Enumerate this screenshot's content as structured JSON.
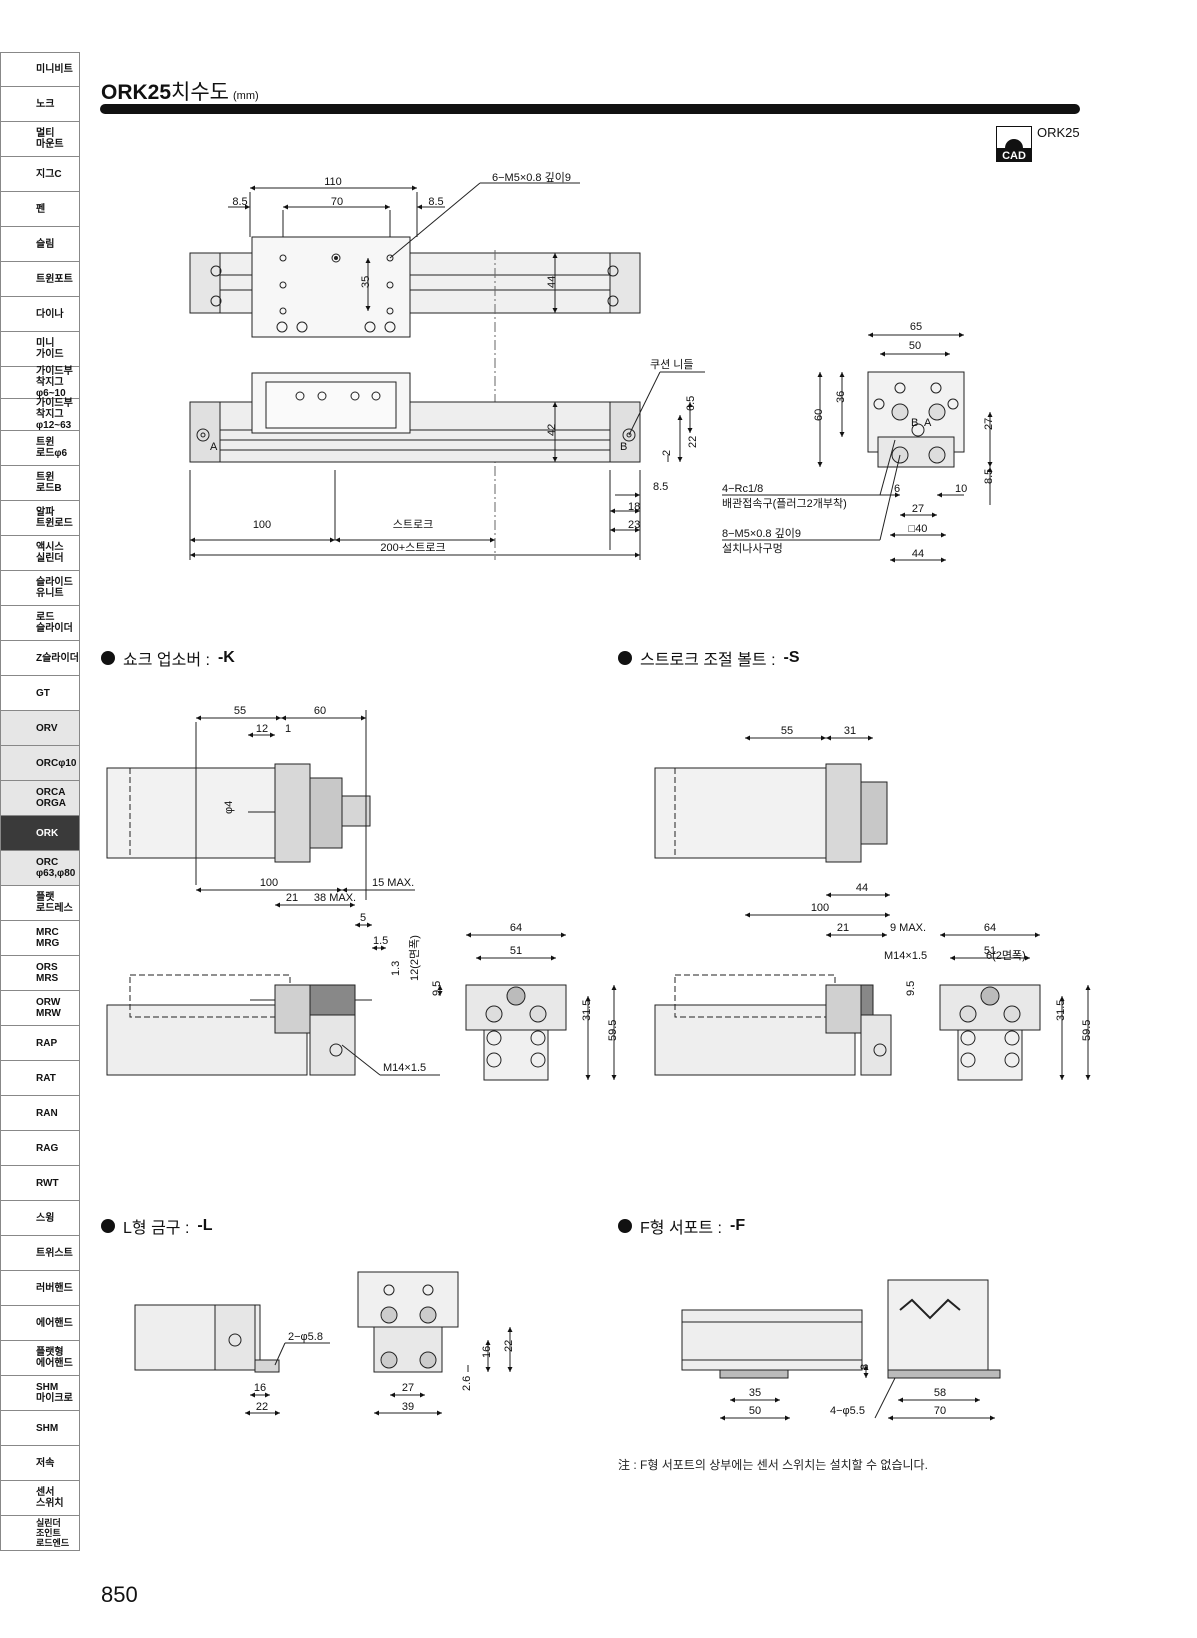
{
  "sidebar": {
    "items": [
      {
        "label": "미니비트"
      },
      {
        "label": "노크"
      },
      {
        "label": "멀티\n마운트"
      },
      {
        "label": "지그C"
      },
      {
        "label": "펜"
      },
      {
        "label": "슬림"
      },
      {
        "label": "트윈포트"
      },
      {
        "label": "다이나"
      },
      {
        "label": "미니\n가이드"
      },
      {
        "label": "가이드부착지그\nφ6~10"
      },
      {
        "label": "가이드부착지그\nφ12~63"
      },
      {
        "label": "트윈\n로드φ6"
      },
      {
        "label": "트윈\n로드B"
      },
      {
        "label": "알파\n트윈로드"
      },
      {
        "label": "액시스\n실린더"
      },
      {
        "label": "슬라이드\n유니트"
      },
      {
        "label": "로드\n슬라이더"
      },
      {
        "label": "Z슬라이더"
      },
      {
        "label": "GT"
      },
      {
        "label": "ORV"
      },
      {
        "label": "ORCφ10"
      },
      {
        "label": "ORCA\nORGA"
      },
      {
        "label": "ORK"
      },
      {
        "label": "ORC\nφ63,φ80"
      },
      {
        "label": "플랫\n로드레스"
      },
      {
        "label": "MRC\nMRG"
      },
      {
        "label": "ORS\nMRS"
      },
      {
        "label": "ORW\nMRW"
      },
      {
        "label": "RAP"
      },
      {
        "label": "RAT"
      },
      {
        "label": "RAN"
      },
      {
        "label": "RAG"
      },
      {
        "label": "RWT"
      },
      {
        "label": "스윙"
      },
      {
        "label": "트위스트"
      },
      {
        "label": "러버핸드"
      },
      {
        "label": "에어핸드"
      },
      {
        "label": "플랫형\n에어핸드"
      },
      {
        "label": "SHM\n마이크로"
      },
      {
        "label": "SHM"
      },
      {
        "label": "저속"
      },
      {
        "label": "센서\n스위치"
      },
      {
        "label": "실린더\n조인트\n로드엔드"
      }
    ],
    "active_label": "ORK"
  },
  "header": {
    "model": "ORK25",
    "title_suffix": "치수도",
    "unit": "(mm)",
    "cad_badge": "CAD",
    "cad_model": "ORK25"
  },
  "main_drawing": {
    "labels": {
      "d110": "110",
      "d8_5a": "8.5",
      "d70": "70",
      "d8_5b": "8.5",
      "tap": "6−M5×0.8 깊이9",
      "d35": "35",
      "d44": "44",
      "cushion": "쿠션 니들",
      "d42": "42",
      "portA": "A",
      "portB": "B",
      "d6_5": "6.5",
      "d22": "22",
      "d2": "2",
      "d8_5c": "8.5",
      "d18": "18",
      "d23": "23",
      "d100": "100",
      "stroke": "스트로크",
      "total": "200+스트로크",
      "d65": "65",
      "d50": "50",
      "d60": "60",
      "d36": "36",
      "d27v": "27",
      "d8_5v": "8.5",
      "d6": "6",
      "d10": "10",
      "d27h": "27",
      "sq40": "□40",
      "d44b": "44",
      "portB2": "B",
      "portA2": "A",
      "rc": "4−Rc1/8",
      "rc_note": "배관접속구(플러그2개부착)",
      "mount": "8−M5×0.8 깊이9",
      "mount_note": "설치나사구멍"
    }
  },
  "sections": {
    "k": {
      "title": "쇼크 업소버 : ",
      "code": "-K"
    },
    "s": {
      "title": "스트로크 조절 볼트 : ",
      "code": "-S"
    },
    "l": {
      "title": "L형 금구 : ",
      "code": "-L"
    },
    "f": {
      "title": "F형 서포트 : ",
      "code": "-F"
    }
  },
  "k_dims": {
    "d55": "55",
    "d60": "60",
    "d12": "12",
    "d1": "1",
    "phi4": "φ4",
    "d100": "100",
    "max15": "15 MAX.",
    "d21": "21",
    "max38": "38 MAX.",
    "d5": "5",
    "d1_5": "1.5",
    "d1_3": "1.3",
    "flat12": "12(2면폭)",
    "d9_5": "9.5",
    "m14": "M14×1.5",
    "d64": "64",
    "d51": "51",
    "d31_5": "31.5",
    "d59_5": "59.5"
  },
  "s_dims": {
    "d55": "55",
    "d31": "31",
    "d44": "44",
    "d100": "100",
    "d21": "21",
    "max9": "9 MAX.",
    "m14": "M14×1.5",
    "d9_5": "9.5",
    "d64": "64",
    "d51": "51",
    "flat6": "6(2면폭)",
    "d31_5": "31.5",
    "d59_5": "59.5"
  },
  "l_dims": {
    "hole": "2−φ5.8",
    "d16": "16",
    "d22": "22",
    "d27": "27",
    "d39": "39",
    "d2_6": "2.6",
    "d16v": "16",
    "d22v": "22"
  },
  "f_dims": {
    "d35": "35",
    "d50": "50",
    "d8": "8",
    "hole": "4−φ5.5",
    "d58": "58",
    "d70": "70"
  },
  "note": "注 : F형 서포트의 상부에는 센서 스위치는 설치할 수 없습니다.",
  "page_number": "850"
}
